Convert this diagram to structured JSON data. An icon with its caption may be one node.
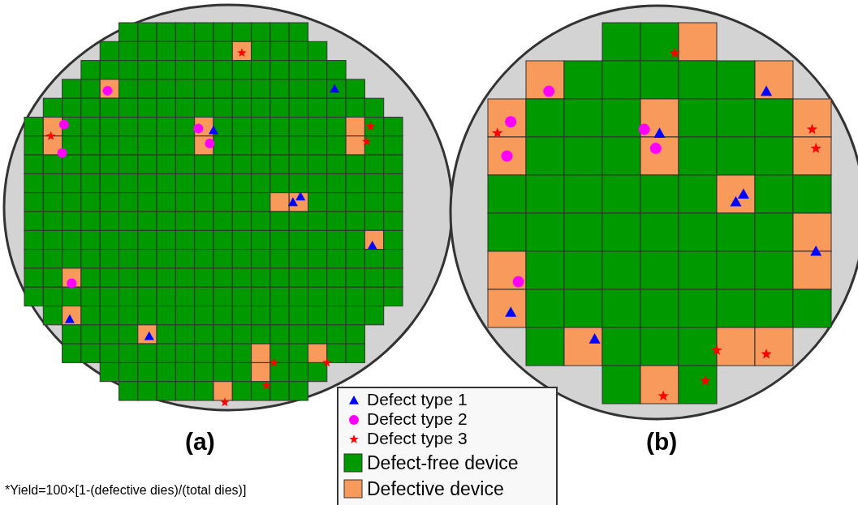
{
  "diagram": {
    "labels": [
      "(a)",
      "(b)",
      "*Yield=100×[1-(defective dies)/(total dies)]"
    ],
    "legend": [
      {
        "text": "Defect type 1"
      },
      {
        "text": "Defect type 2"
      },
      {
        "text": "Defect type 3"
      },
      {
        "text": "Defect-free device",
        "color": "#009900"
      },
      {
        "text": "Defective device",
        "color": "#f79a5b"
      }
    ]
  }
}
